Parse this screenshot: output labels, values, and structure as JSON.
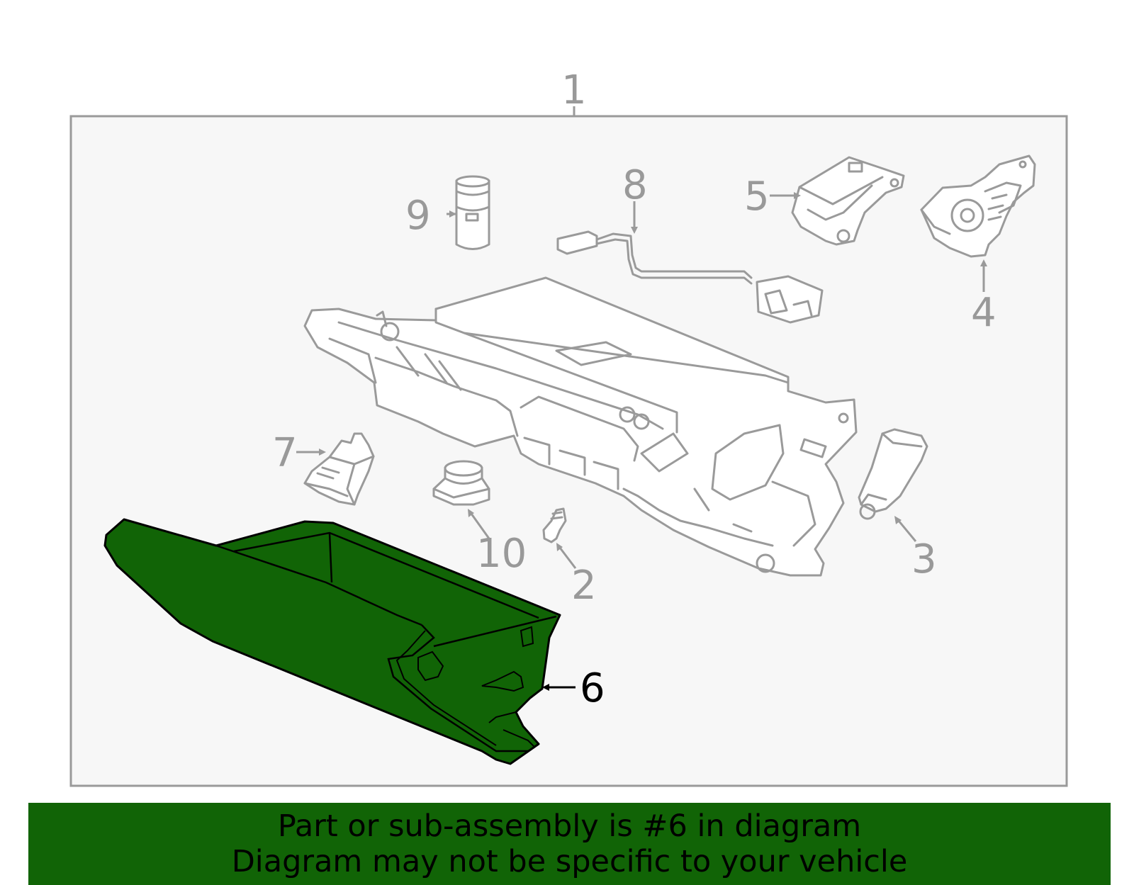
{
  "diagram": {
    "callouts": {
      "c1": "1",
      "c2": "2",
      "c3": "3",
      "c4": "4",
      "c5": "5",
      "c6": "6",
      "c7": "7",
      "c8": "8",
      "c9": "9",
      "c10": "10"
    },
    "highlighted_part": "6",
    "highlight_color": "#116406",
    "frame_fill": "#f7f7f7",
    "line_color": "#9a9a9a"
  },
  "banner": {
    "line1": "Part or sub-assembly is #6 in diagram",
    "line2": "Diagram may not be specific to your vehicle",
    "background": "#116406"
  }
}
